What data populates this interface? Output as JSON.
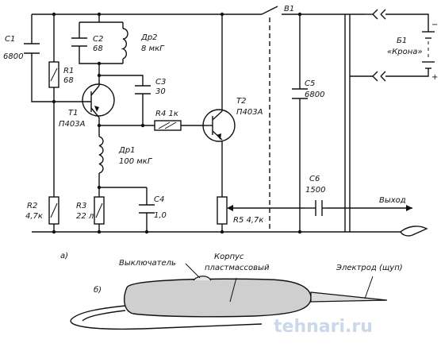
{
  "components": {
    "c1": {
      "name": "C1",
      "value": "6800"
    },
    "r1": {
      "name": "R1",
      "value": "68"
    },
    "c2": {
      "name": "C2",
      "value": "68"
    },
    "dr2": {
      "name": "Др2",
      "value": "8 мкГ"
    },
    "c3": {
      "name": "C3",
      "value": "30"
    },
    "t1": {
      "name": "T1",
      "value": "П403А"
    },
    "r4": {
      "name": "R4 1к"
    },
    "t2": {
      "name": "T2",
      "value": "П403А"
    },
    "dr1": {
      "name": "Др1",
      "value": "100 мкГ"
    },
    "r2": {
      "name": "R2",
      "value": "4,7к"
    },
    "r3": {
      "name": "R3",
      "value": "22 л"
    },
    "c4": {
      "name": "C4",
      "value": "1,0"
    },
    "r5": {
      "name": "R5 4,7к"
    },
    "c5": {
      "name": "C5",
      "value": "6800"
    },
    "c6": {
      "name": "C6",
      "value": "1500"
    },
    "b1": {
      "name": "B1"
    },
    "battery": {
      "name": "Б1",
      "value": "«Крона»"
    },
    "output": {
      "label": "Выход"
    }
  },
  "captions": {
    "fig_a": "а)",
    "fig_b": "б)"
  },
  "probe": {
    "switch_label": "Выключатель",
    "body_label_line1": "Корпус",
    "body_label_line2": "пластмассовый",
    "electrode_label": "Электрод (щуп)"
  },
  "watermark": "tehnari.ru"
}
